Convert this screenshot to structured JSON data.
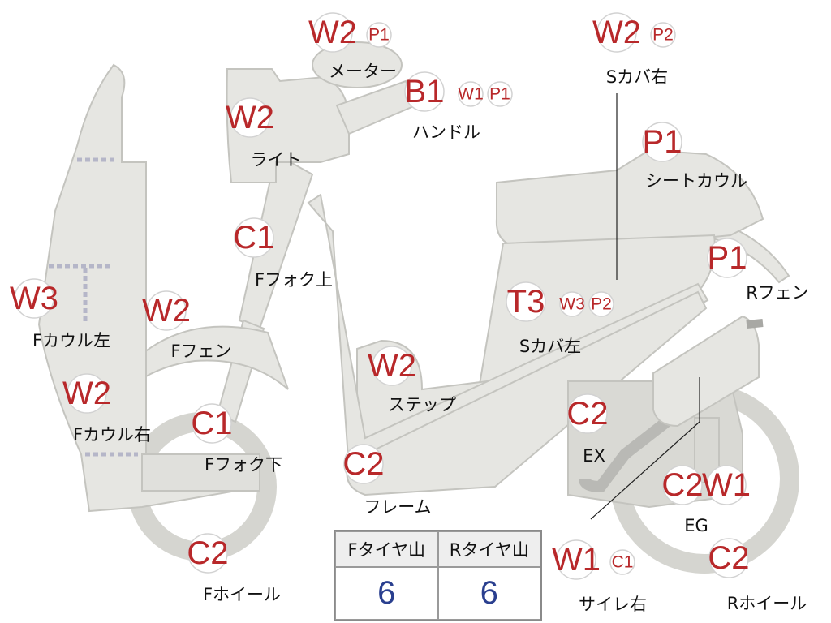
{
  "parts": [
    {
      "id": "meter",
      "label": "メーター",
      "codes": [
        "W2",
        "P1"
      ]
    },
    {
      "id": "handle",
      "label": "ハンドル",
      "codes": [
        "B1",
        "W1",
        "P1"
      ]
    },
    {
      "id": "light",
      "label": "ライト",
      "codes": [
        "W2"
      ]
    },
    {
      "id": "f-fork-upper",
      "label": "Fフォク上",
      "codes": [
        "C1"
      ]
    },
    {
      "id": "f-cowl-left",
      "label": "Fカウル左",
      "codes": [
        "W3"
      ]
    },
    {
      "id": "f-fender",
      "label": "Fフェン",
      "codes": [
        "W2"
      ]
    },
    {
      "id": "f-cowl-right",
      "label": "Fカウル右",
      "codes": [
        "W2"
      ]
    },
    {
      "id": "f-fork-lower",
      "label": "Fフォク下",
      "codes": [
        "C1"
      ]
    },
    {
      "id": "f-wheel",
      "label": "Fホイール",
      "codes": [
        "C2"
      ]
    },
    {
      "id": "step",
      "label": "ステップ",
      "codes": [
        "W2"
      ]
    },
    {
      "id": "frame",
      "label": "フレーム",
      "codes": [
        "C2"
      ]
    },
    {
      "id": "s-cover-left",
      "label": "Sカバ左",
      "codes": [
        "T3",
        "W3",
        "P2"
      ]
    },
    {
      "id": "s-cover-right",
      "label": "Sカバ右",
      "codes": [
        "W2",
        "P2"
      ]
    },
    {
      "id": "seat-cowl",
      "label": "シートカウル",
      "codes": [
        "P1"
      ]
    },
    {
      "id": "r-fender",
      "label": "Rフェン",
      "codes": [
        "P1"
      ]
    },
    {
      "id": "ex",
      "label": "EX",
      "codes": [
        "C2"
      ]
    },
    {
      "id": "eg",
      "label": "EG",
      "codes": [
        "C2",
        "W1"
      ]
    },
    {
      "id": "side-mirror-right",
      "label": "サイレ右",
      "codes": [
        "W1",
        "C1"
      ]
    },
    {
      "id": "r-wheel",
      "label": "Rホイール",
      "codes": [
        "C2"
      ]
    }
  ],
  "tire_table": {
    "headers": [
      "Fタイヤ山",
      "Rタイヤ山"
    ],
    "values": [
      "6",
      "6"
    ]
  },
  "colors": {
    "badge_text": "#b8282a",
    "part_fill": "#e6e6e2",
    "table_value": "#2a3f8f"
  }
}
